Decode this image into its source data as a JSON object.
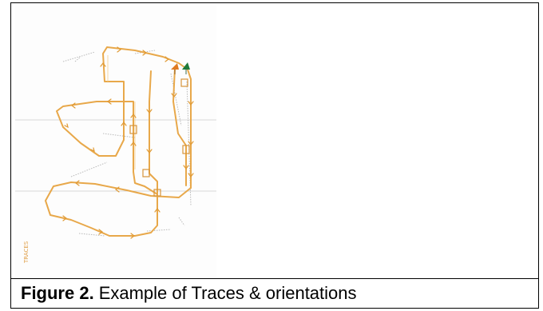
{
  "figure": {
    "caption_label": "Figure 2.",
    "caption_text": "Example of Traces & orientations"
  },
  "image": {
    "icons": [
      "orange-flag-icon",
      "green-flag-icon"
    ],
    "colors": {
      "trace": "#e8a84a",
      "start_flag": "#e07a20",
      "end_flag": "#1f7a3a",
      "background_lines": "#c9c9c9"
    },
    "corner_mark": "TRACES"
  }
}
